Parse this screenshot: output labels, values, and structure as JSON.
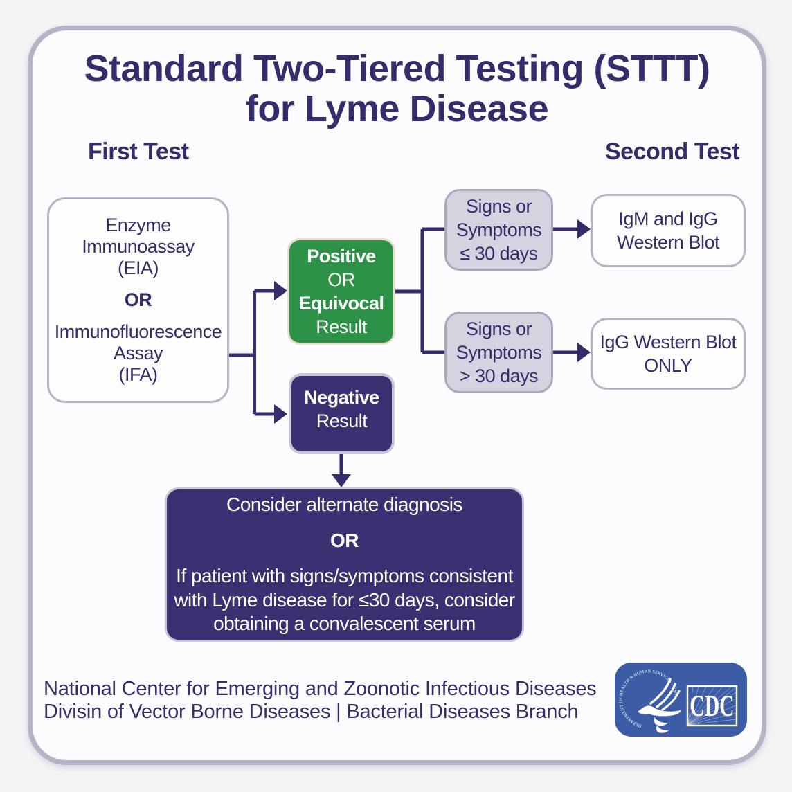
{
  "title": {
    "line1": "Standard Two-Tiered Testing (STTT)",
    "line2": "for Lyme Disease"
  },
  "labels": {
    "first_test": "First Test",
    "second_test": "Second Test"
  },
  "nodes": {
    "first_test_box": {
      "line1": "Enzyme",
      "line2": "Immunoassay",
      "line3": "(EIA)",
      "or": "OR",
      "line4": "Immunofluorescence",
      "line5": "Assay",
      "line6": "(IFA)"
    },
    "positive_box": {
      "line1": "Positive",
      "line2": "OR",
      "line3": "Equivocal",
      "line4": "Result"
    },
    "negative_box": {
      "line1": "Negative",
      "line2": "Result"
    },
    "signs_30_or_less_box": {
      "line1": "Signs or",
      "line2": "Symptoms",
      "line3": "≤ 30 days"
    },
    "signs_over_30_box": {
      "line1": "Signs or",
      "line2": "Symptoms",
      "line3": "> 30 days"
    },
    "igm_igg_box": {
      "line1": "IgM and IgG",
      "line2": "Western Blot"
    },
    "igg_only_box": {
      "line1": "IgG Western Blot",
      "line2": "ONLY"
    },
    "consider_box": {
      "line1": "Consider alternate diagnosis",
      "or": "OR",
      "line2": "If patient with signs/symptoms consistent",
      "line3": "with Lyme disease for ≤30 days, consider",
      "line4": "obtaining a convalescent serum"
    }
  },
  "footer": {
    "line1": "National Center for Emerging and Zoonotic Infectious Diseases",
    "line2": "Divisin of Vector Borne Diseases | Bacterial Diseases Branch"
  },
  "cdc_logo": {
    "wordmark": "CDC",
    "ring_text": "DEPARTMENT OF HEALTH & HUMAN SERVICES · USA"
  },
  "colors": {
    "navy": "#332d6b",
    "navy-box": "#3a3173",
    "green": "#2d9147",
    "green-border": "#ecdccb",
    "gray-fill": "#d5d3df",
    "gray-border": "#a9a8bd",
    "light-border": "#b5b3c6",
    "lavender-border": "#c7c5d6",
    "card-bg": "#fcfbfd",
    "page-bg": "#f4f3f6",
    "white-box": "#fdfdfe",
    "cdc-blue": "#3d5ca6"
  }
}
